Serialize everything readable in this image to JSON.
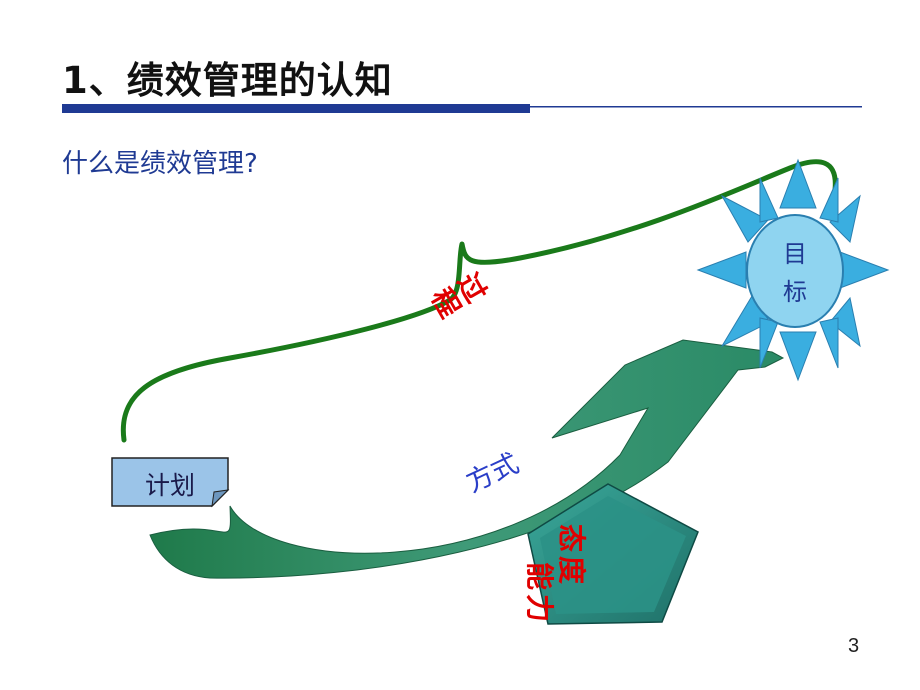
{
  "slide": {
    "title": "1、绩效管理的认知",
    "subtitle": "什么是绩效管理?",
    "page_number": "3"
  },
  "diagram": {
    "plan_label": "计划",
    "goal_label_line1": "目",
    "goal_label_line2": "标",
    "process_char1": "过",
    "process_char2": "程",
    "method_label": "方式",
    "attitude_char1": "态",
    "attitude_char2": "度",
    "ability_char1": "能",
    "ability_char2": "力"
  },
  "colors": {
    "title_bar_dark": "#1f3a93",
    "subtitle_text": "#1f3a93",
    "brace_green": "#1a7a1a",
    "arrow_teal": "#2e8b6a",
    "sun_blue": "#3aaee0",
    "sun_center": "#8fd4f0",
    "plan_box": "#9bc4e8",
    "pentagon_teal": "#2e8b80",
    "emphasis_red": "#e00000",
    "method_blue": "#2a3ec8"
  }
}
